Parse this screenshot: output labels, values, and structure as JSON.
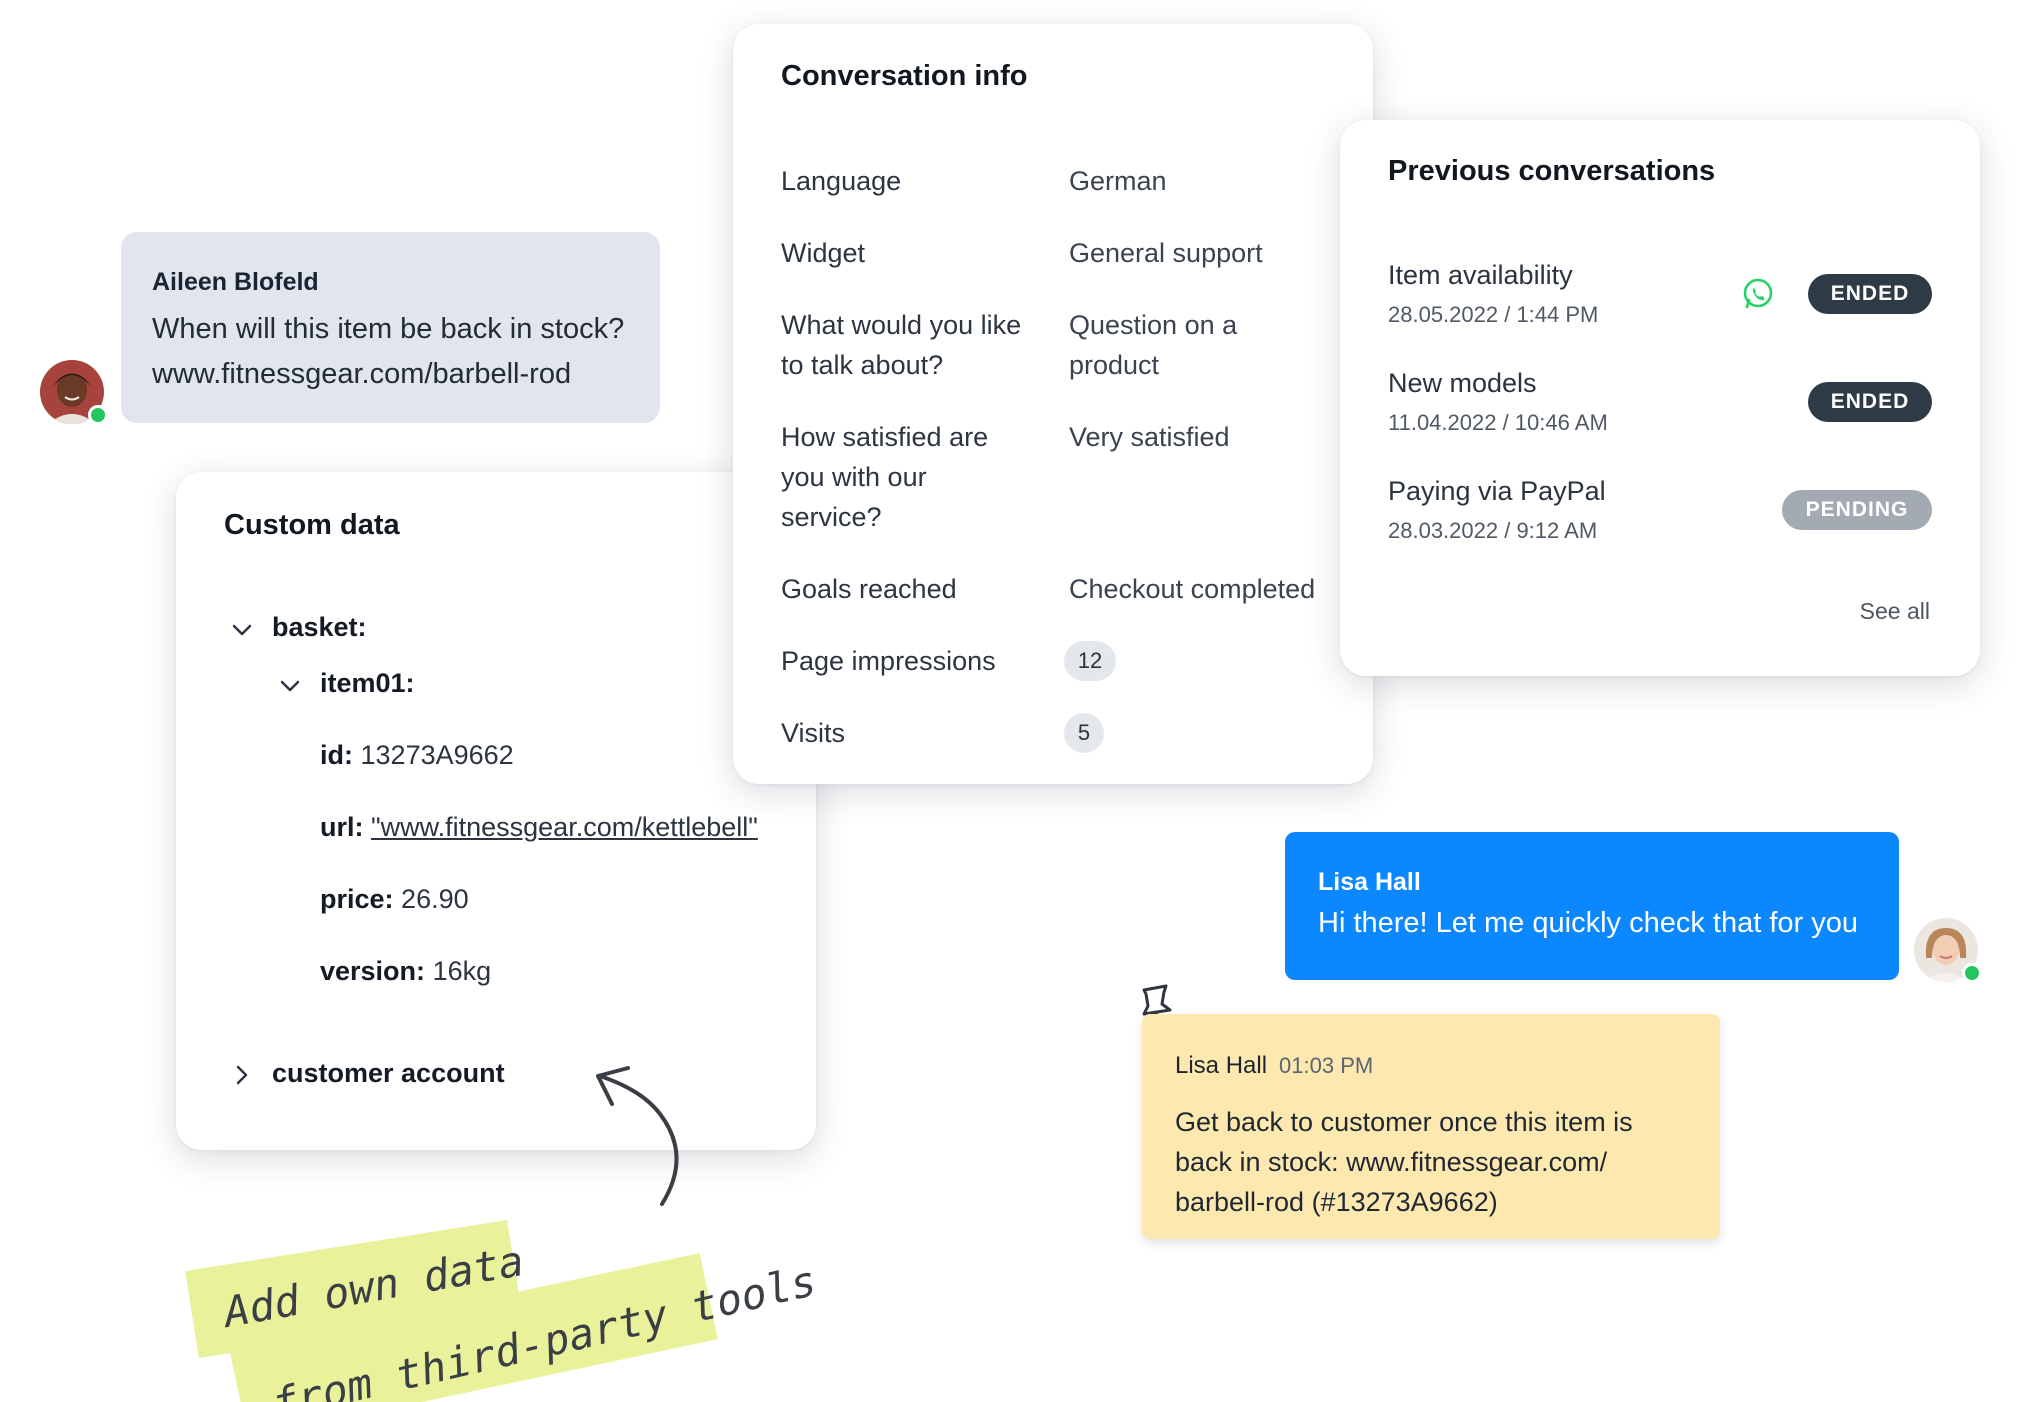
{
  "aileen": {
    "name": "Aileen Blofeld",
    "message_line1": "When will this item be back in stock?",
    "message_line2": "www.fitnessgear.com/barbell-rod"
  },
  "custom_data": {
    "title": "Custom data",
    "basket_label": "basket:",
    "item_label": "item01:",
    "id_key": "id:",
    "id_value": "13273A9662",
    "url_key": "url:",
    "url_value": "\"www.fitnessgear.com/kettlebell\"",
    "price_key": "price:",
    "price_value": "26.90",
    "version_key": "version:",
    "version_value": "16kg",
    "customer_account_label": "customer account"
  },
  "conversation_info": {
    "title": "Conversation info",
    "rows": [
      {
        "label": "Language",
        "value": "German"
      },
      {
        "label": "Widget",
        "value": "General support"
      },
      {
        "label": "What would you like to talk about?",
        "value": "Question on a product"
      },
      {
        "label": "How satisfied are you with our service?",
        "value": "Very satisfied"
      },
      {
        "label": "Goals reached",
        "value": "Checkout completed"
      },
      {
        "label": "Page impressions",
        "value": "12"
      },
      {
        "label": "Visits",
        "value": "5"
      }
    ]
  },
  "previous_conversations": {
    "title": "Previous conversations",
    "items": [
      {
        "title": "Item availability",
        "date": "28.05.2022 / 1:44 PM",
        "status": "ENDED",
        "channel_icon": "whatsapp-icon"
      },
      {
        "title": "New models",
        "date": "11.04.2022 / 10:46 AM",
        "status": "ENDED"
      },
      {
        "title": "Paying via PayPal",
        "date": "28.03.2022 / 9:12 AM",
        "status": "PENDING"
      }
    ],
    "see_all": "See all"
  },
  "lisa": {
    "name": "Lisa Hall",
    "message": "Hi there! Let me quickly check that for you"
  },
  "note": {
    "author": "Lisa Hall",
    "time": "01:03 PM",
    "body": "Get back to customer once this item is back in stock: www.fitnessgear.com/ barbell-rod (#13273A9662)"
  },
  "annotation": {
    "line1": "Add own data",
    "line2": "from third-party tools"
  },
  "colors": {
    "accent_blue": "#0b87ff",
    "online_green": "#22c55e",
    "note_yellow": "#fde8b0",
    "highlight": "#e9f29a",
    "badge_ended": "#2e3a46",
    "badge_pending": "#a4aab1"
  }
}
